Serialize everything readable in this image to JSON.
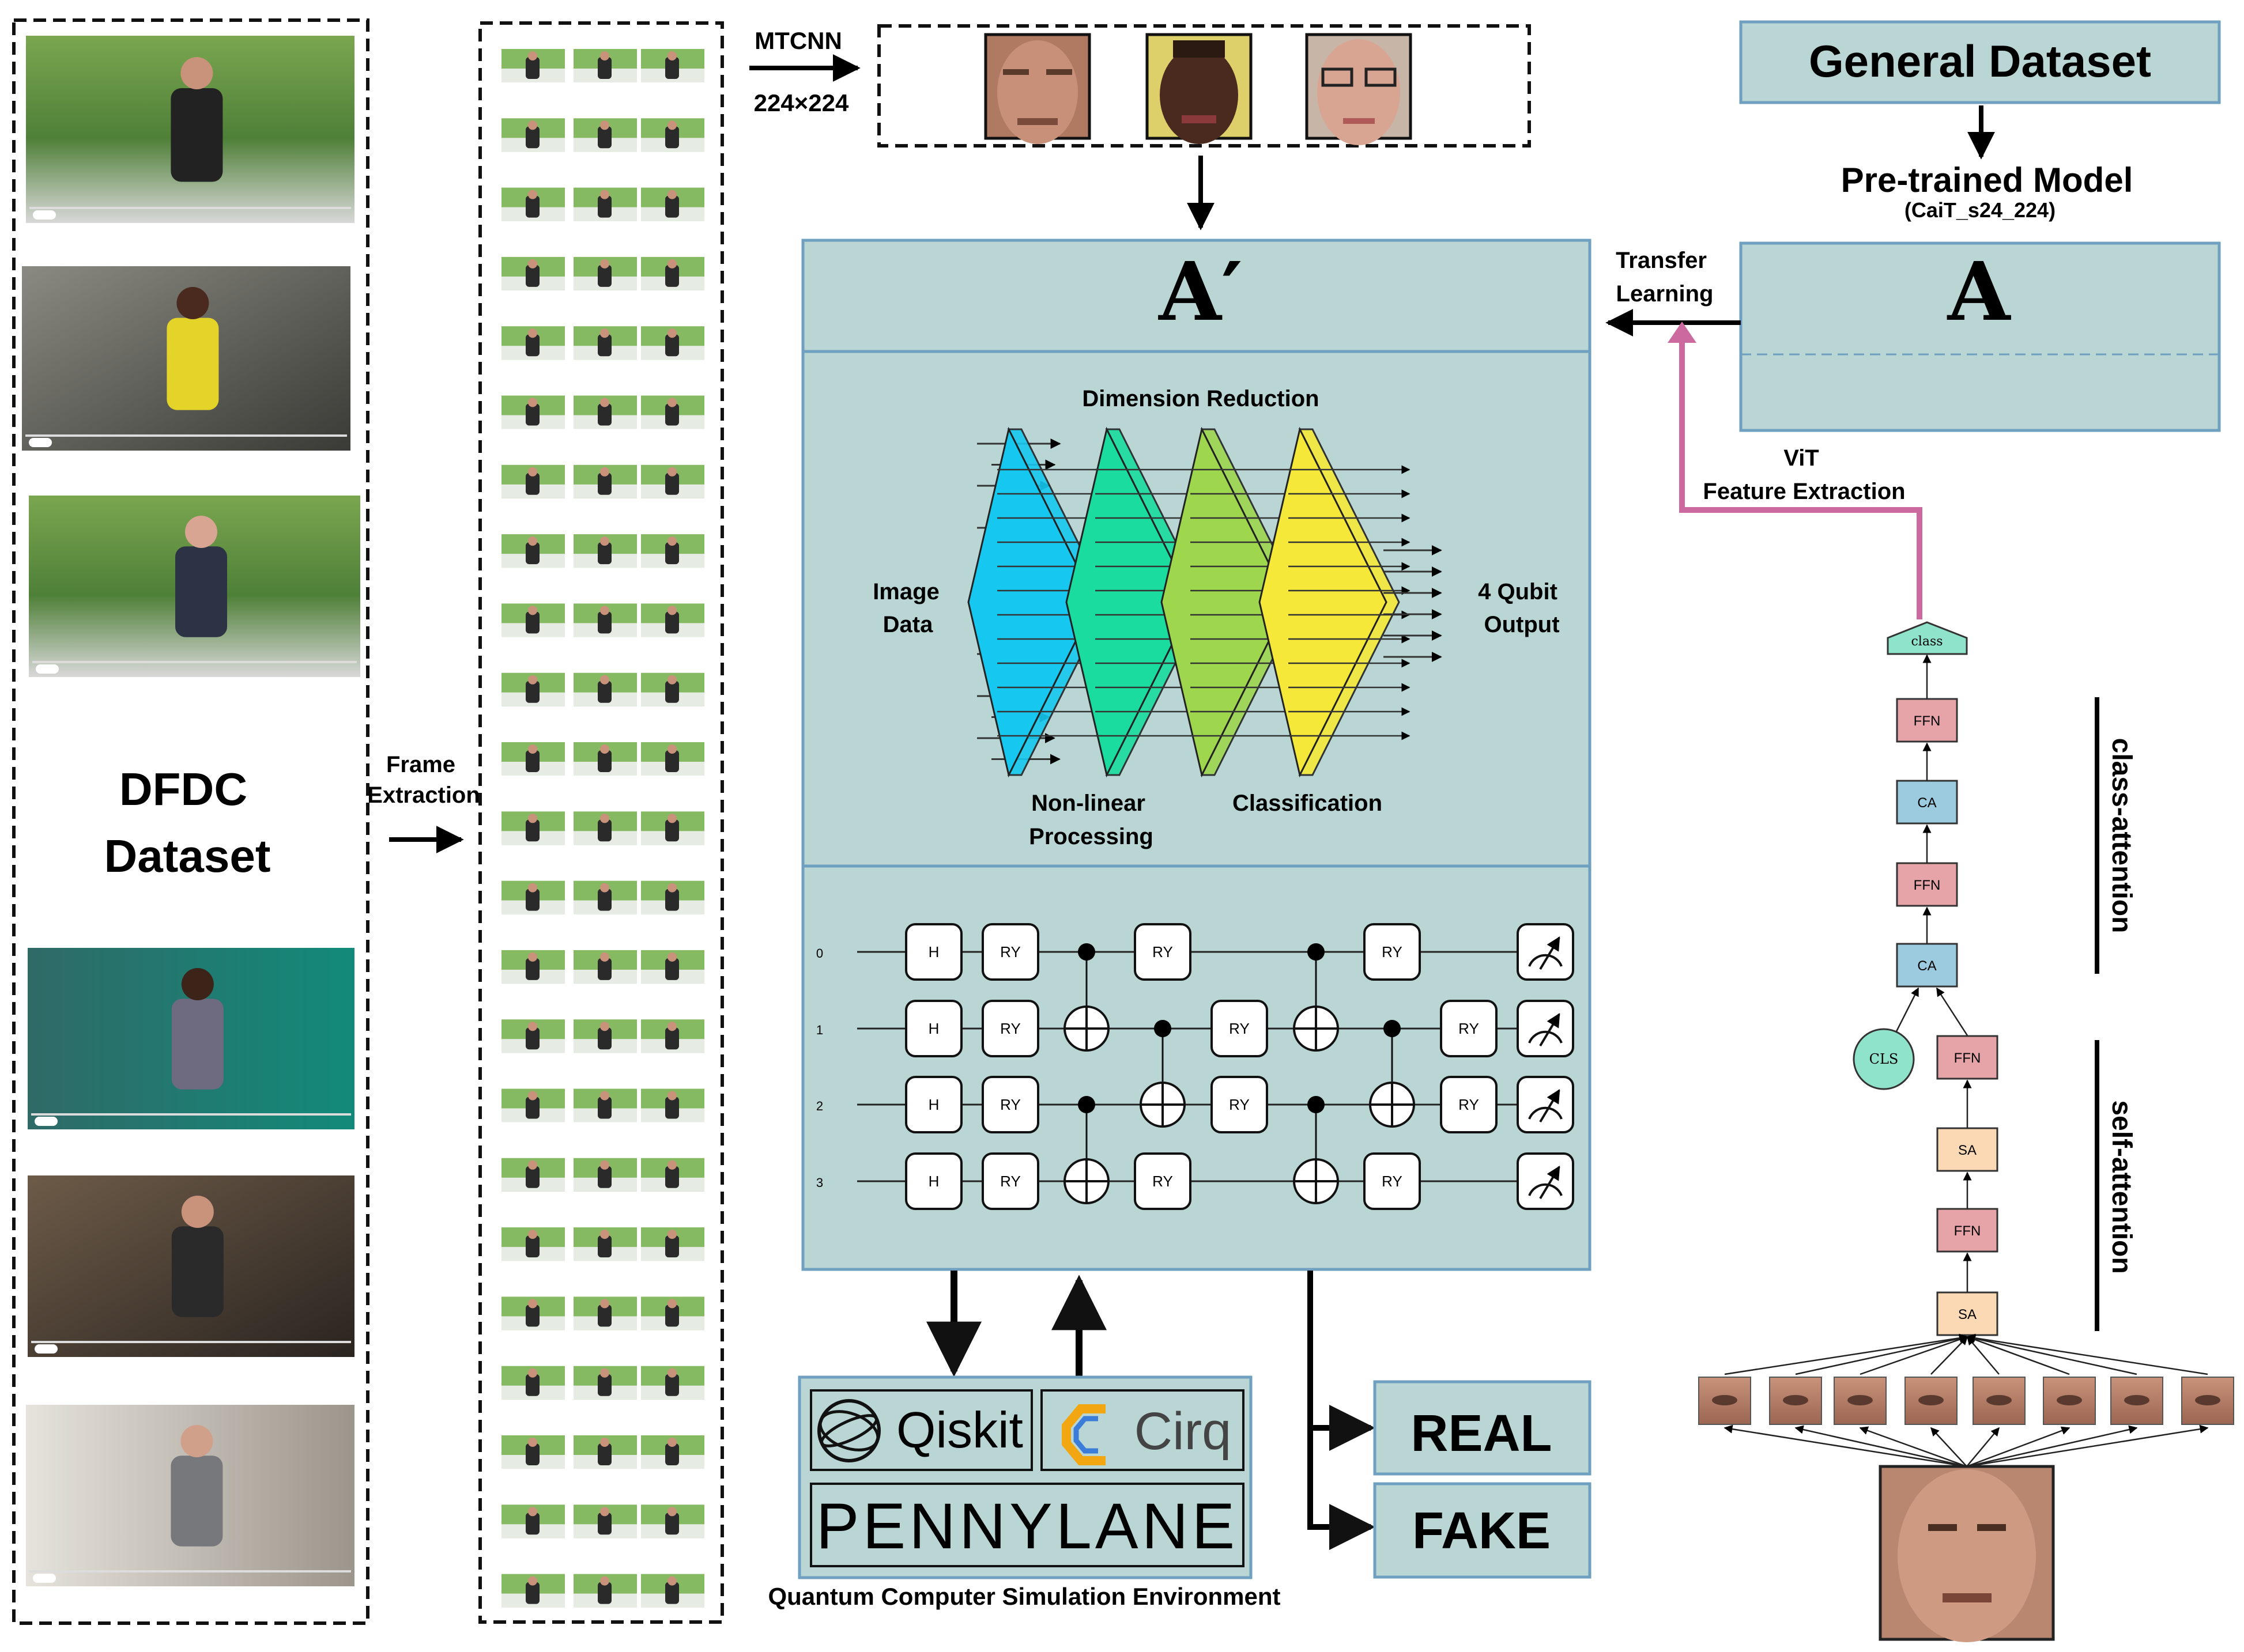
{
  "dataset": {
    "title_line1": "DFDC",
    "title_line2": "Dataset"
  },
  "frame_extraction": {
    "line1": "Frame",
    "line2": "Extraction"
  },
  "mtcnn": {
    "label": "MTCNN",
    "size": "224×224"
  },
  "general_dataset": {
    "label": "General Dataset"
  },
  "pretrained": {
    "title": "Pre-trained Model",
    "subtitle": "(CaiT_s24_224)"
  },
  "model_a": {
    "label": "A"
  },
  "model_a_prime": {
    "label": "A′"
  },
  "transfer": {
    "line1": "Transfer",
    "line2": "Learning"
  },
  "vit": {
    "line1": "ViT",
    "line2": "Feature Extraction"
  },
  "qnn": {
    "dimension_reduction": "Dimension Reduction",
    "image_data_line1": "Image",
    "image_data_line2": "Data",
    "nonlinear_line1": "Non-linear",
    "nonlinear_line2": "Processing",
    "classification": "Classification",
    "output_line1": "4 Qubit",
    "output_line2": "Output",
    "layer_colors": [
      "#16c8ef",
      "#19dc9e",
      "#9ed64e",
      "#f5e838"
    ]
  },
  "circuit": {
    "qubits": [
      "0",
      "1",
      "2",
      "3"
    ],
    "gate_h": "H",
    "gate_ry": "RY"
  },
  "simulators": {
    "qiskit": "Qiskit",
    "cirq": "Cirq",
    "pennylane": "PENNYLANE",
    "caption": "Quantum Computer Simulation Environment"
  },
  "outputs": {
    "real": "REAL",
    "fake": "FAKE"
  },
  "cait": {
    "class_token": "class",
    "cls_token": "CLS",
    "ffn": "FFN",
    "ca": "CA",
    "sa": "SA",
    "class_attention": "class-attention",
    "self_attention": "self-attention"
  },
  "colors": {
    "panel_fill": "#b9d5d4",
    "panel_border": "#6fa0bf",
    "transfer_arrow": "#cc6aa0",
    "ffn": "#e6a4a8",
    "ca": "#9ccbe0",
    "sa": "#fbd9b4",
    "cls": "#8fe3cb"
  }
}
